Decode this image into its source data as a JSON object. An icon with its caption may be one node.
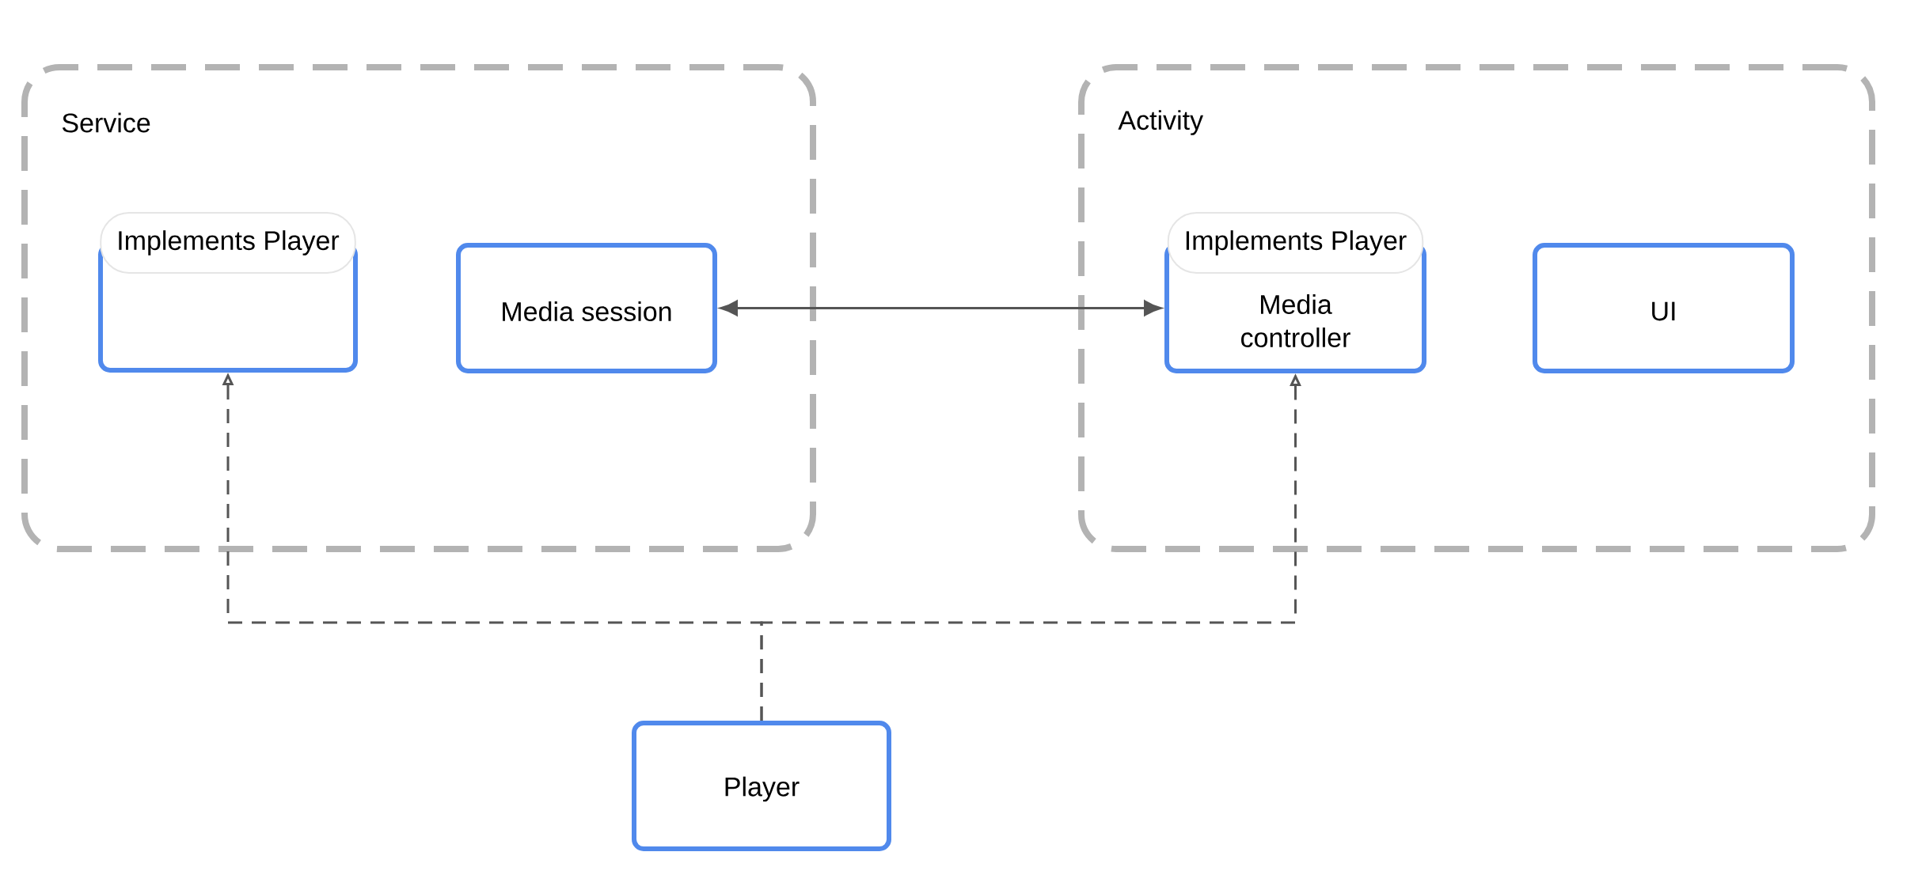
{
  "diagram": {
    "nodes": [
      {
        "text": [
          "Service"
        ]
      },
      {
        "text": [
          "Implements Player"
        ],
        "in": 0
      },
      {
        "text": [
          "Media session"
        ],
        "in": 0
      },
      {
        "text": [
          "Activity"
        ]
      },
      {
        "text": [
          "Implements Player",
          "Media controller"
        ],
        "in": 3
      },
      {
        "text": [
          "UI"
        ],
        "in": 3
      },
      {
        "text": [
          "Player"
        ]
      }
    ],
    "edges": [
      {
        "from": 2,
        "to": 4,
        "arrow": "both"
      },
      {
        "from": 6,
        "to": 1,
        "arrow": "to",
        "style": "dashed"
      },
      {
        "from": 6,
        "to": 4,
        "arrow": "to",
        "style": "dashed"
      }
    ]
  }
}
